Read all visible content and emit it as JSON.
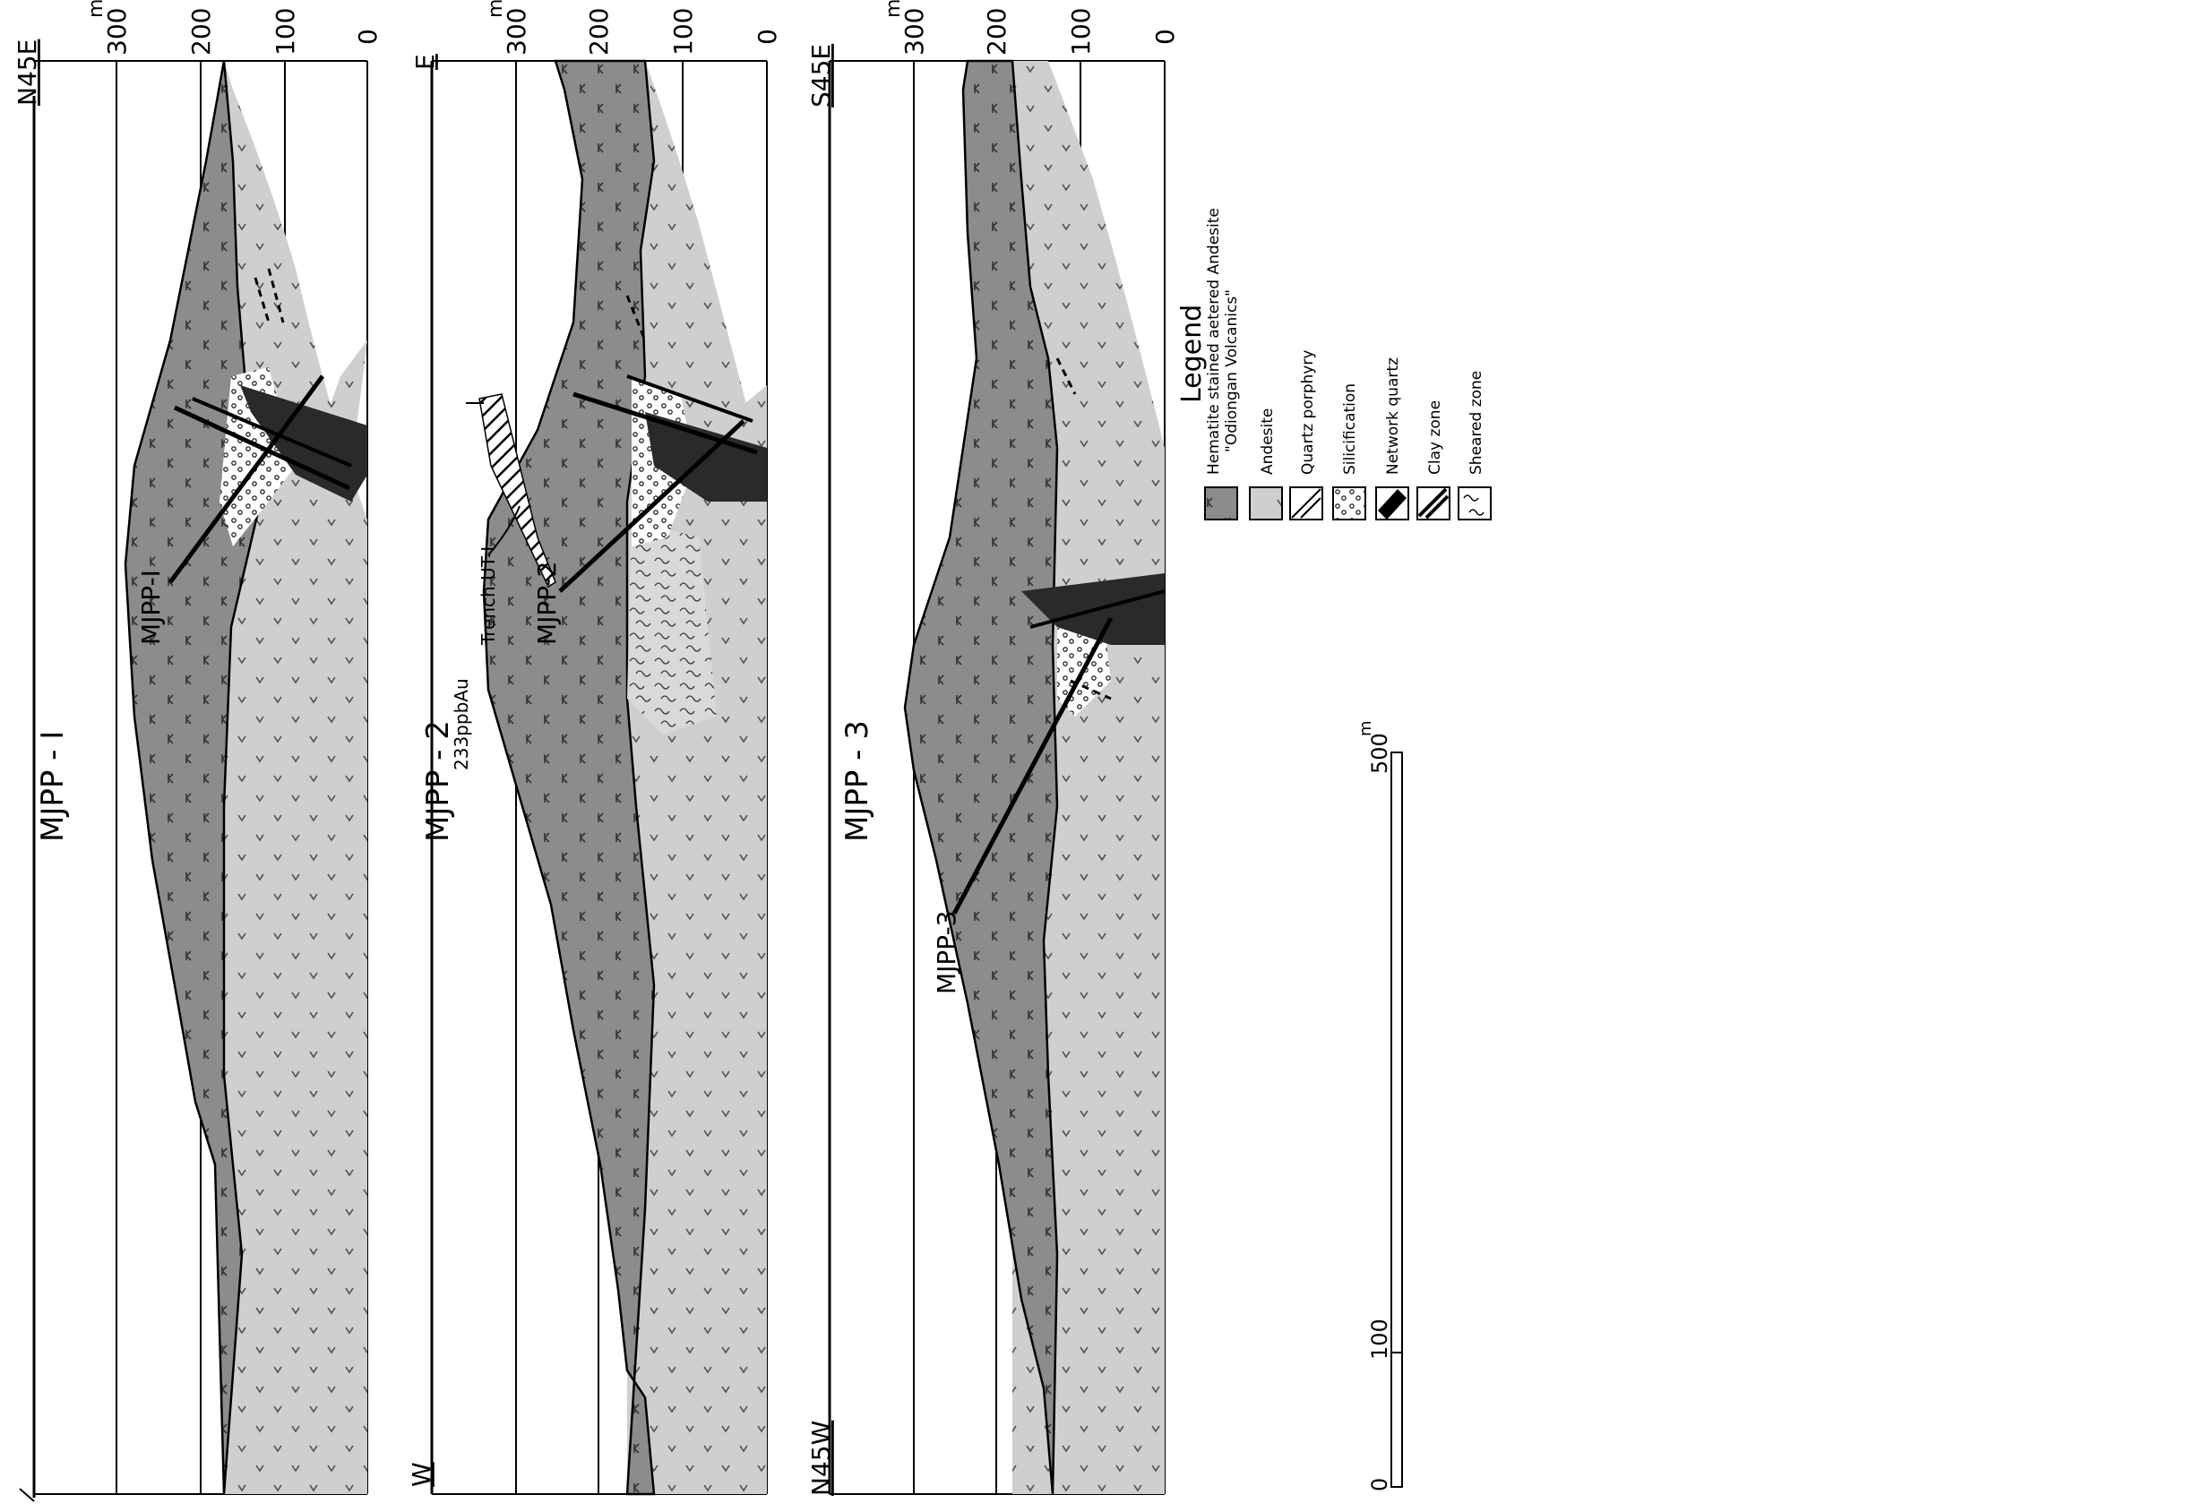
{
  "sections": [
    {
      "id": "mjpp-1",
      "title": "MJPP - I",
      "orient_top": "N45E",
      "orient_bottom": "",
      "scale_unit": "m",
      "scale_ticks": [
        "300",
        "200",
        "100",
        "0"
      ],
      "drillhole": "MJPP-I",
      "annotations": []
    },
    {
      "id": "mjpp-2",
      "title": "MJPP - 2",
      "orient_top": "E",
      "orient_bottom": "W",
      "scale_unit": "m",
      "scale_ticks": [
        "300",
        "200",
        "100",
        "0"
      ],
      "drillhole": "MJPP-2",
      "annotations": [
        "233ppbAu",
        "Trench UT-I"
      ]
    },
    {
      "id": "mjpp-3",
      "title": "MJPP - 3",
      "orient_top": "S45E",
      "orient_bottom": "N45W",
      "scale_unit": "m",
      "scale_ticks": [
        "300",
        "200",
        "100",
        "0"
      ],
      "drillhole": "MJPP-3",
      "annotations": []
    }
  ],
  "legend": {
    "title": "Legend",
    "items": [
      {
        "label": "Hematite stained aetered Andesite",
        "label2": "\"Odiongan Volcanics\"",
        "pattern": "hematite-andesite-swatch",
        "color": "#8c8c8c"
      },
      {
        "label": "Andesite",
        "pattern": "andesite-swatch",
        "color": "#cfcfcf"
      },
      {
        "label": "Quartz porphyry",
        "pattern": "quartz-porphyry-swatch",
        "color": "#ffffff"
      },
      {
        "label": "Silicification",
        "pattern": "silicification-swatch",
        "color": "#ffffff"
      },
      {
        "label": "Network quartz",
        "pattern": "network-quartz-swatch",
        "color": "#222222"
      },
      {
        "label": "Clay zone",
        "pattern": "clay-zone-swatch",
        "color": "#555555"
      },
      {
        "label": "Sheared zone",
        "pattern": "sheared-zone-swatch",
        "color": "#ffffff"
      }
    ]
  },
  "scale_bar": {
    "labels": [
      "0",
      "100",
      "500"
    ],
    "unit": "m"
  }
}
